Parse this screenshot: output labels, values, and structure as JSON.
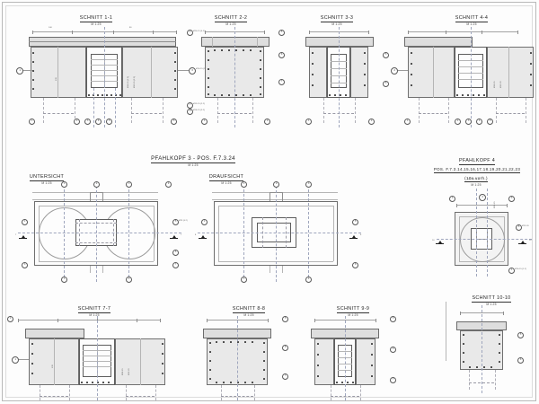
{
  "document": {
    "kind": "cad-engineering-drawing",
    "discipline": "reinforced-concrete-pile-cap-formwork-rebar",
    "language": "de",
    "sheet_background": "#fdfdfd",
    "line_color": "#8d8d8d",
    "concrete_fill": "#e9e9e9",
    "slab_fill": "#dedede"
  },
  "scale_note": "M 1:25",
  "views": {
    "row_top": [
      {
        "id": "s1",
        "title": "SCHNITT 1-1",
        "scale": "M 1:25"
      },
      {
        "id": "s2",
        "title": "SCHNITT 2-2",
        "scale": "M 1:25"
      },
      {
        "id": "s3",
        "title": "SCHNITT 3-3",
        "scale": "M 1:25"
      },
      {
        "id": "s4",
        "title": "SCHNITT 4-4",
        "scale": "M 1:25"
      }
    ],
    "row_middle": {
      "left_group_title": "PFAHLKOPF 3 - POS. F.7.3.24",
      "left_group_scale": "M 1:25",
      "plans": [
        {
          "id": "p_unten",
          "title": "UNTERSICHT",
          "scale": "M 1:25"
        },
        {
          "id": "p_oben",
          "title": "DRAUFSICHT",
          "scale": "M 1:25"
        }
      ],
      "right_group": {
        "title": "PFAHLKOPF 4",
        "position": "POS. F.7.3.14,15,16,17,18,19,20,21,22,23",
        "quantity": "(10x vorh.)",
        "scale": "M 1:25",
        "top_dim": "140 / 80 / 130"
      }
    },
    "row_bottom": [
      {
        "id": "s7",
        "title": "SCHNITT 7-7",
        "scale": "M 1:25"
      },
      {
        "id": "s8",
        "title": "SCHNITT 8-8",
        "scale": "M 1:25"
      },
      {
        "id": "s9",
        "title": "SCHNITT 9-9",
        "scale": "M 1:25"
      },
      {
        "id": "s10",
        "title": "SCHNITT 10-10",
        "scale": "M 1:25"
      }
    ]
  },
  "callouts": {
    "bubbles_top": [
      "1",
      "2",
      "3",
      "4",
      "5",
      "6"
    ],
    "bubbles_left": [
      "1",
      "2",
      "3"
    ],
    "bubbles_right": [
      "5",
      "6",
      "7",
      "8"
    ],
    "bubbles_bottom": [
      "1",
      "2",
      "3",
      "4",
      "5"
    ],
    "bar_marks": [
      "Ø10-15 (1.2)",
      "Ø12-15 (2.2)",
      "Ø16-15 (3.2)",
      "Ø20-15 (4.2)",
      "Ø25 (5.2)",
      "Ø12-20"
    ]
  },
  "annotations": {
    "bar_note_a": "Ø16-15",
    "bar_note_b": "Ø12-20",
    "bar_note_c": "Ø10-15",
    "height_note": "80",
    "width_note": "140",
    "depth_note": "130",
    "vertical_note_1": "Ø16-15 (2.2)",
    "vertical_note_2": "Ø12-15 (3.2)"
  },
  "section_marks": [
    "7",
    "8",
    "9",
    "10"
  ]
}
